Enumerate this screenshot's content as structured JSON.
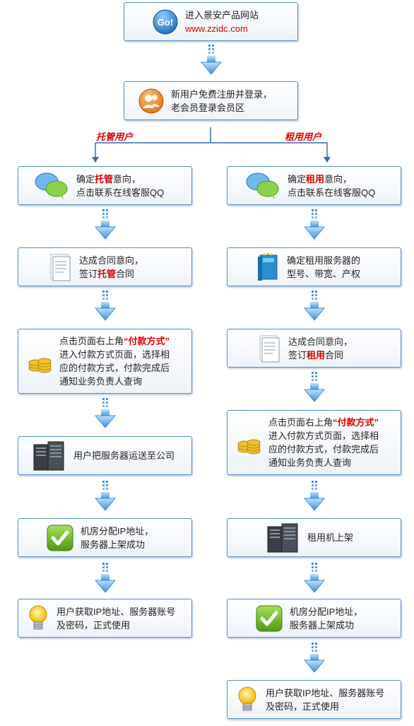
{
  "top": {
    "line1": "进入景安产品网站",
    "url": "www.zzidc.com",
    "go_label": "Go!"
  },
  "register": {
    "line1": "新用户免费注册并登录，",
    "line2": "老会员登录会员区"
  },
  "branches": {
    "left_label": "托管用户",
    "right_label": "租用用户"
  },
  "left": {
    "s1": {
      "pre": "确定",
      "hl": "托管",
      "post": "意向，",
      "line2": "点击联系在线客服QQ"
    },
    "s2": {
      "line1": "达成合同意向，",
      "pre": "签订",
      "hl": "托管",
      "post": "合同"
    },
    "s3": {
      "pre": "点击页面右上角",
      "hl": "“付款方式”",
      "line2": "进入付款方式页面，选择相",
      "line3": "应的付款方式，付款完成后",
      "line4": "通知业务负责人查询"
    },
    "s4": {
      "line1": "用户把服务器运送至公司"
    },
    "s5": {
      "line1": "机房分配IP地址，",
      "line2": "服务器上架成功"
    },
    "s6": {
      "line1": "用户获取IP地址、服务器账号",
      "line2": "及密码，正式使用"
    }
  },
  "right": {
    "s1": {
      "pre": "确定",
      "hl": "租用",
      "post": "意向，",
      "line2": "点击联系在线客服QQ"
    },
    "s2": {
      "line1": "确定租用服务器的",
      "line2": "型号、带宽、产权"
    },
    "s3": {
      "line1": "达成合同意向，",
      "pre": "签订",
      "hl": "租用",
      "post": "合同"
    },
    "s4": {
      "pre": "点击页面右上角",
      "hl": "“付款方式”",
      "line2": "进入付款方式页面，选择相",
      "line3": "应的付款方式，付款完成后",
      "line4": "通知业务负责人查询"
    },
    "s5": {
      "line1": "租用机上架"
    },
    "s6": {
      "line1": "机房分配IP地址，",
      "line2": "服务器上架成功"
    },
    "s7": {
      "line1": "用户获取IP地址、服务器账号",
      "line2": "及密码，正式使用"
    }
  },
  "colors": {
    "border": "#4f8fd0",
    "arrow": "#4f9ee8",
    "highlight": "#e00000",
    "connector": "#2f6fb0"
  }
}
